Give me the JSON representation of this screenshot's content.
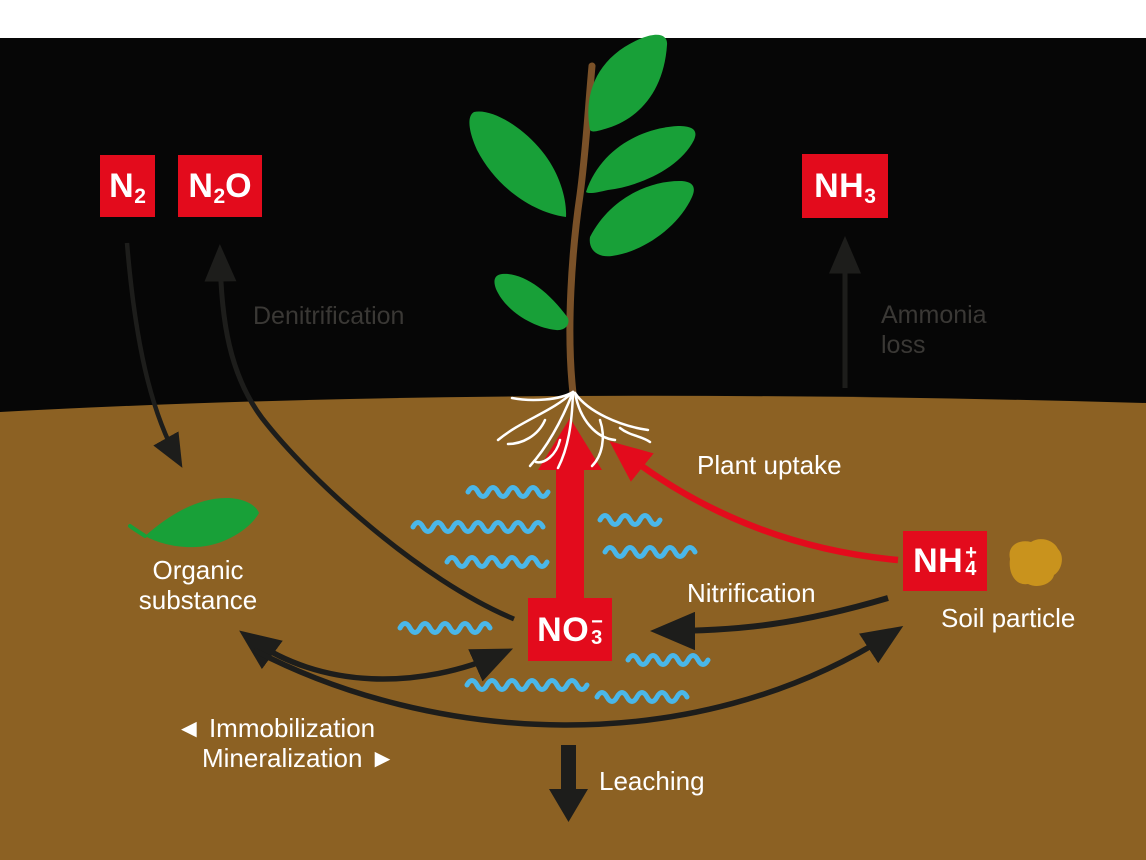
{
  "boxes": {
    "n2": {
      "main": "N",
      "sub": "2"
    },
    "n2o": {
      "main": "N",
      "sub": "2",
      "tail": "O"
    },
    "nh3": {
      "main": "NH",
      "sub": "3"
    },
    "nh4": {
      "main": "NH",
      "sup": "+",
      "sub": "4"
    },
    "no3": {
      "main": "NO",
      "sup": "−",
      "sub": "3"
    }
  },
  "labels": {
    "denitrification": "Denitrification",
    "ammonia_loss_line1": "Ammonia",
    "ammonia_loss_line2": "loss",
    "plant_uptake": "Plant uptake",
    "nitrification": "Nitrification",
    "organic_line1": "Organic",
    "organic_line2": "substance",
    "immobilization": "◄ Immobilization",
    "mineralization": "Mineralization ►",
    "soil_particle": "Soil particle",
    "leaching": "Leaching"
  },
  "colors": {
    "sky": "#060606",
    "soil": "#8c6123",
    "box_red": "#e30b1c",
    "arrow_red": "#e30b1c",
    "arrow_black": "#1d1d1b",
    "water_blue": "#4ab7e9",
    "leaf_green": "#18a038",
    "stem_brown": "#7a5128",
    "soil_particle_ochre": "#c9931d",
    "sky_label_gray": "#3a3835",
    "soil_label_white": "#ffffff",
    "top_margin_white": "#ffffff"
  }
}
